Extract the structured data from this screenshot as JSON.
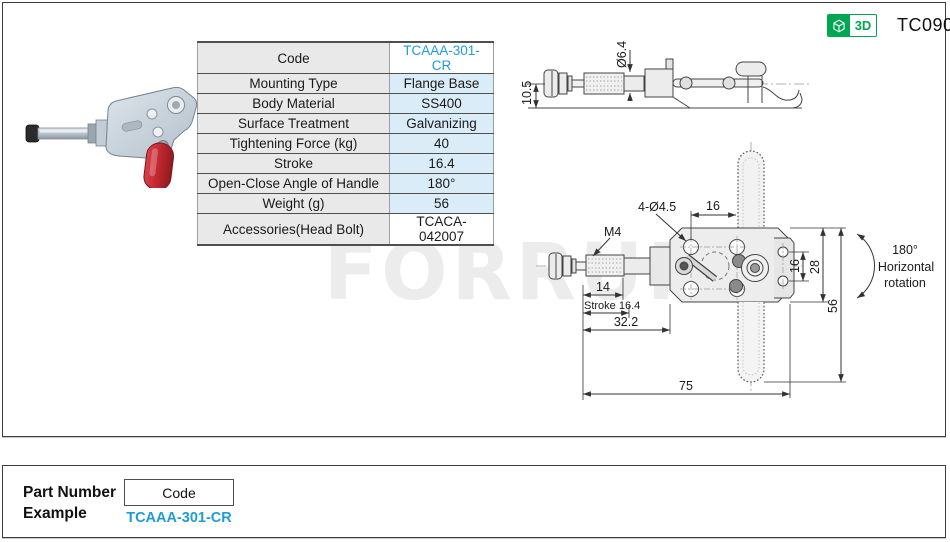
{
  "header": {
    "badge_3d": "3D",
    "part_series": "TC090"
  },
  "watermark": "FORRUN",
  "spec_table": {
    "rows": [
      {
        "label": "Code",
        "value": "TCAAA-301-CR"
      },
      {
        "label": "Mounting Type",
        "value": "Flange Base"
      },
      {
        "label": "Body Material",
        "value": "SS400"
      },
      {
        "label": "Surface Treatment",
        "value": "Galvanizing"
      },
      {
        "label": "Tightening Force (kg)",
        "value": "40"
      },
      {
        "label": "Stroke",
        "value": "16.4"
      },
      {
        "label": "Open-Close Angle of Handle",
        "value": "180°"
      },
      {
        "label": "Weight (g)",
        "value": "56"
      },
      {
        "label": "Accessories(Head Bolt)",
        "value": "TCACA-042007"
      }
    ]
  },
  "drawing": {
    "dims": {
      "plunger_diameter": "Ø6.4",
      "base_height": "10.5",
      "thread_size": "M4",
      "mounting_holes": "4-Ø4.5",
      "handle_offset": "16",
      "thread_length": "14",
      "stroke": "Stroke 16.4",
      "body_length": "32.2",
      "hole_spacing": "16",
      "flange_height": "28",
      "total_height": "56",
      "total_length": "75",
      "rotation_deg": "180°",
      "rotation_word1": "Horizontal",
      "rotation_word2": "rotation"
    }
  },
  "part_number_example": {
    "title_line1": "Part Number",
    "title_line2": "Example",
    "code_label": "Code",
    "code_value": "TCAAA-301-CR"
  },
  "colors": {
    "accent_blue": "#1f9cd8",
    "badge_green": "#00A651",
    "table_value_bg": "#d9ecf8",
    "table_label_bg": "#e9e9e9"
  }
}
